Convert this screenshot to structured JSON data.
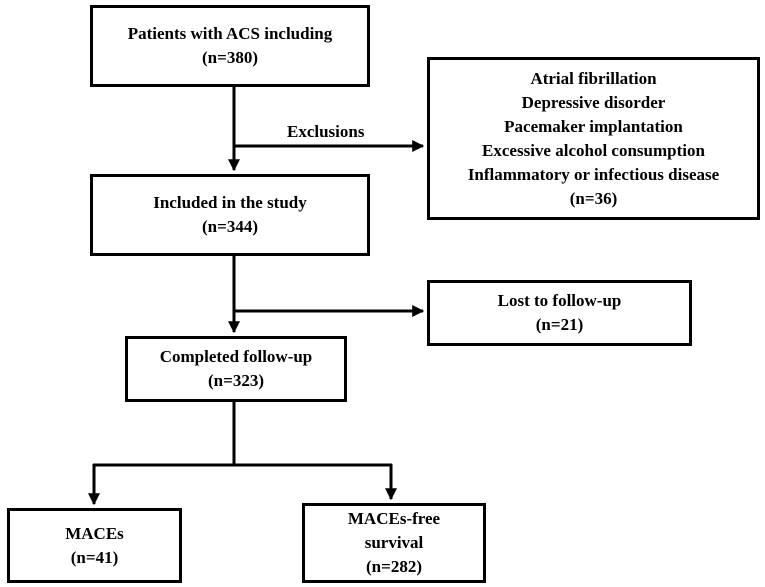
{
  "flowchart": {
    "start": {
      "line1": "Patients with ACS including",
      "line2": "(n=380)"
    },
    "exclusions_label": "Exclusions",
    "exclusion_box": {
      "items": [
        "Atrial fibrillation",
        "Depressive disorder",
        "Pacemaker implantation",
        "Excessive alcohol consumption",
        "Inflammatory or infectious disease"
      ],
      "count": "(n=36)"
    },
    "included": {
      "line1": "Included in the study",
      "line2": "(n=344)"
    },
    "lost": {
      "line1": "Lost to follow-up",
      "line2": "(n=21)"
    },
    "completed": {
      "line1": "Completed follow-up",
      "line2": "(n=323)"
    },
    "maces": {
      "line1": "MACEs",
      "line2": "(n=41)"
    },
    "maces_free": {
      "line1": "MACEs-free",
      "line2": "survival",
      "line3": "(n=282)"
    }
  },
  "colors": {
    "stroke": "#000000",
    "background": "#ffffff",
    "text": "#000000"
  }
}
